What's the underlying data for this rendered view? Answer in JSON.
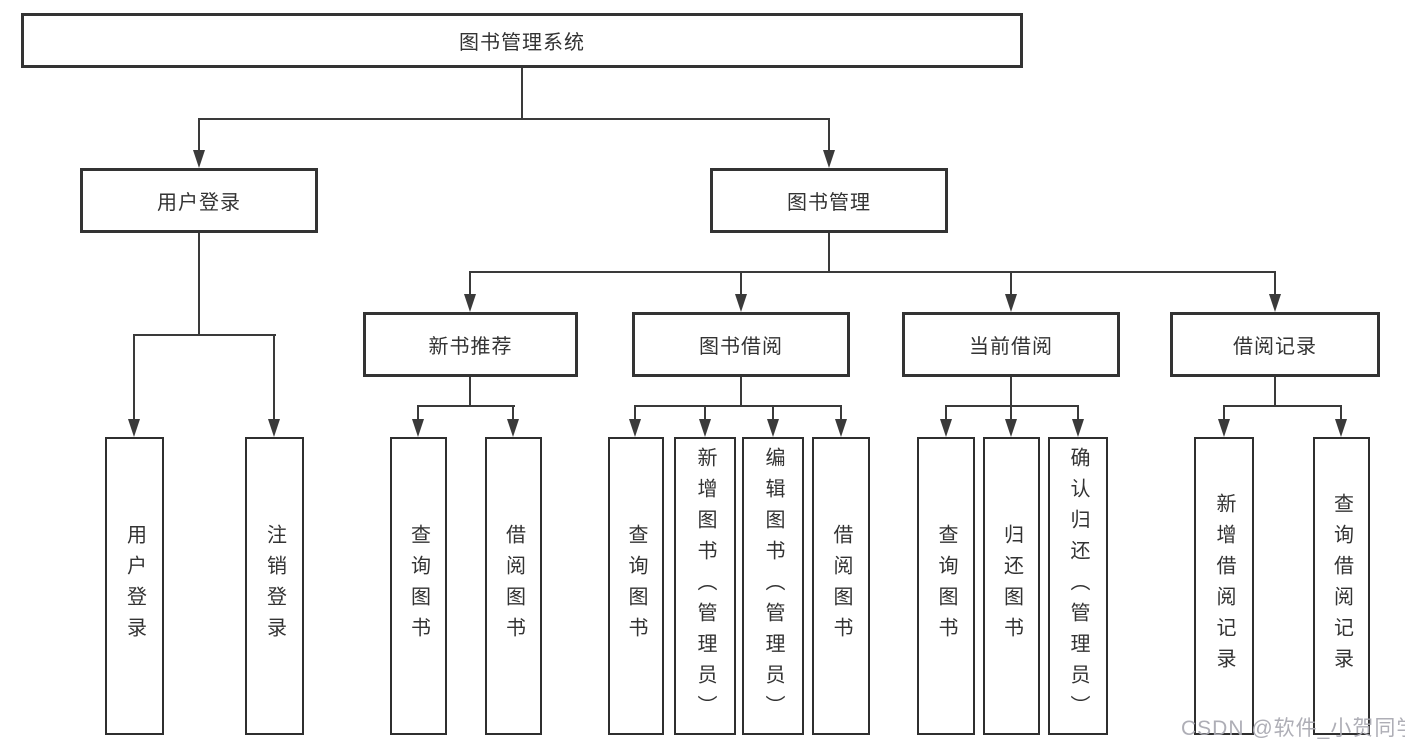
{
  "diagram": {
    "root": {
      "label": "图书管理系统",
      "children": [
        {
          "label": "用户登录",
          "children": [
            {
              "label": "用户登录"
            },
            {
              "label": "注销登录"
            }
          ]
        },
        {
          "label": "图书管理",
          "children": [
            {
              "label": "新书推荐",
              "children": [
                {
                  "label": "查询图书"
                },
                {
                  "label": "借阅图书"
                }
              ]
            },
            {
              "label": "图书借阅",
              "children": [
                {
                  "label": "查询图书"
                },
                {
                  "label": "新增图书（管理员）"
                },
                {
                  "label": "编辑图书（管理员）"
                },
                {
                  "label": "借阅图书"
                }
              ]
            },
            {
              "label": "当前借阅",
              "children": [
                {
                  "label": "查询图书"
                },
                {
                  "label": "归还图书"
                },
                {
                  "label": "确认归还（管理员）"
                }
              ]
            },
            {
              "label": "借阅记录",
              "children": [
                {
                  "label": "新增借阅记录"
                },
                {
                  "label": "查询借阅记录"
                }
              ]
            }
          ]
        }
      ]
    },
    "colors": {
      "line": "#3a3a3a",
      "box_border": "#333333",
      "text": "#333333",
      "background": "#ffffff",
      "watermark": "#aaaab2"
    }
  },
  "watermark": {
    "text": "CSDN @软件_小贺同学"
  }
}
